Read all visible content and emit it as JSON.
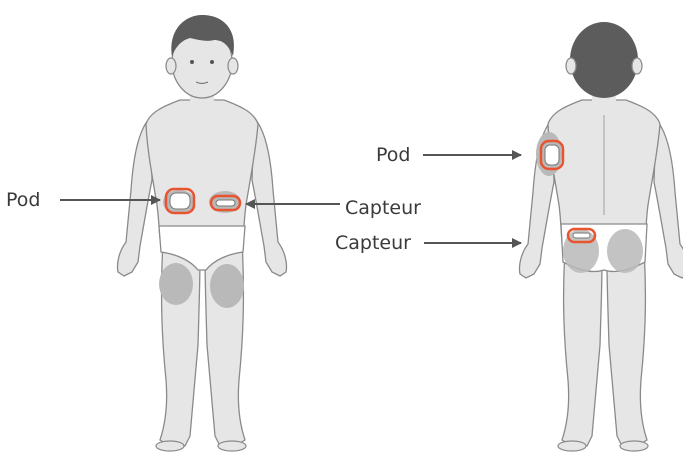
{
  "labels": {
    "front_pod": "Pod",
    "front_sensor": "Capteur",
    "back_pod": "Pod",
    "back_sensor": "Capteur"
  },
  "colors": {
    "skin": "#e6e6e6",
    "outline": "#8a8a8a",
    "hair": "#5c5c5c",
    "site_zone": "#b9b9b9",
    "highlight": "#e8542f",
    "arrow": "#555555",
    "underwear": "#ffffff"
  },
  "icons": {
    "pod": "pod-device-icon",
    "sensor": "sensor-device-icon"
  }
}
